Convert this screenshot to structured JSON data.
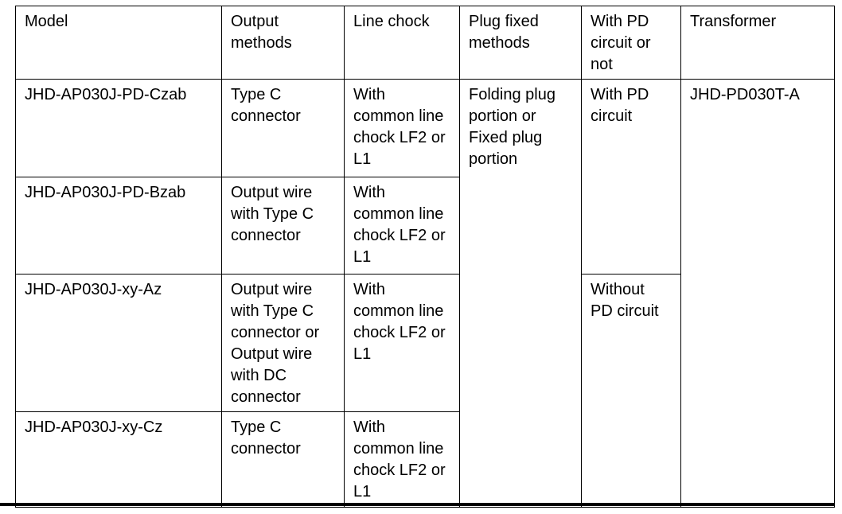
{
  "colors": {
    "background": "#ffffff",
    "border": "#000000",
    "text": "#000000"
  },
  "table": {
    "header": {
      "model": "Model",
      "output": "Output methods",
      "line_chock": "Line chock",
      "plug_fixed": "Plug fixed methods",
      "pd": "With PD circuit or not",
      "transformer": "Transformer"
    },
    "rows": [
      {
        "model": "JHD-AP030J-PD-Czab",
        "output": "Type C connector",
        "line_chock": "With common line chock LF2 or L1"
      },
      {
        "model": "JHD-AP030J-PD-Bzab",
        "output": "Output wire with Type C connector",
        "line_chock": "With common line chock LF2 or L1"
      },
      {
        "model": "JHD-AP030J-xy-Az",
        "output": "Output wire with Type C connector or Output wire with DC connector",
        "line_chock": "With common line chock LF2 or L1"
      },
      {
        "model": "JHD-AP030J-xy-Cz",
        "output": "Type C connector",
        "line_chock": "With common line chock LF2 or L1"
      }
    ],
    "merged": {
      "plug_fixed": "Folding plug portion or Fixed plug portion",
      "pd_with": "With PD circuit",
      "pd_without": "Without PD circuit",
      "transformer": "JHD-PD030T-A"
    }
  }
}
